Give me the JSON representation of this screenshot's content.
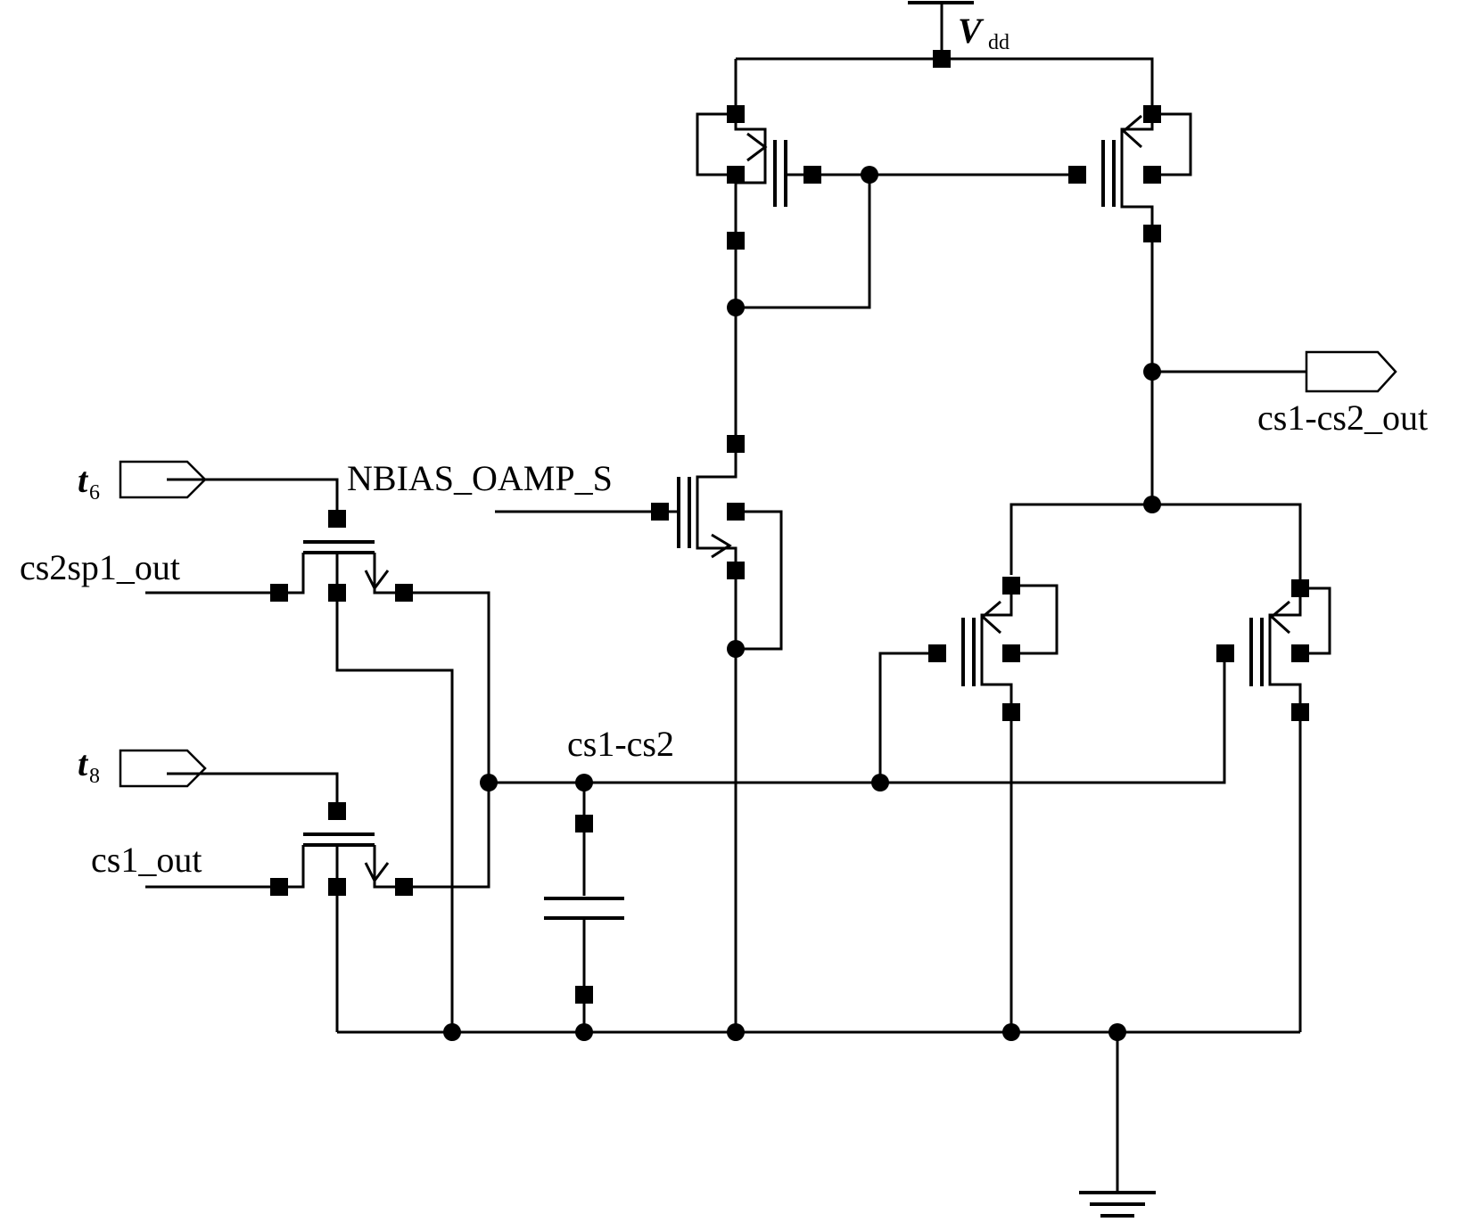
{
  "labels": {
    "vdd_main": "V",
    "vdd_sub": "dd",
    "t6_main": "t",
    "t6_sub": "6",
    "t8_main": "t",
    "t8_sub": "8",
    "cs2sp1_out": "cs2sp1_out",
    "cs1_out": "cs1_out",
    "nbias": "NBIAS_OAMP_S",
    "cs1_cs2": "cs1-cs2",
    "cs1_cs2_out": "cs1-cs2_out"
  }
}
